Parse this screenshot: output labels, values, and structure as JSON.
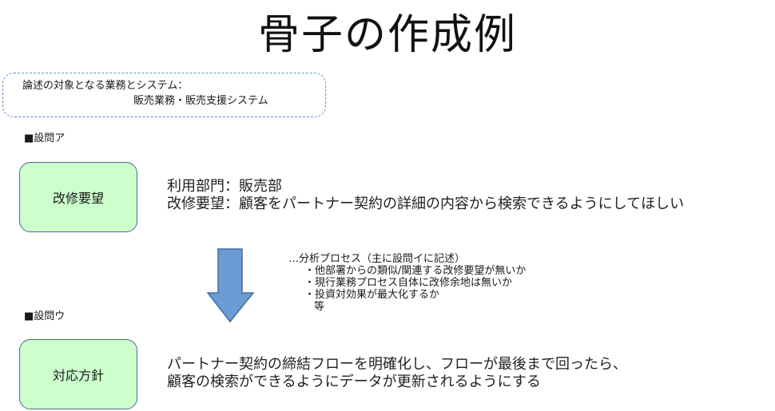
{
  "title": "骨子の作成例",
  "scope": {
    "line1": "論述の対象となる業務とシステム：",
    "line2": "販売業務・販売支援システム"
  },
  "section_a": {
    "label": "■設問ア",
    "box_label": "改修要望",
    "line1": "利用部門：販売部",
    "line2": "改修要望：顧客をパートナー契約の詳細の内容から検索できるようにしてほしい"
  },
  "notes": {
    "header": "…分析プロセス（主に設問イに記述）",
    "items": [
      "・他部署からの類似/関連する改修要望が無いか",
      "・現行業務プロセス自体に改修余地は無いか",
      "・投資対効果が最大化するか"
    ],
    "etc": "等"
  },
  "section_u": {
    "label": "■設問ウ",
    "box_label": "対応方針",
    "line1": "パートナー契約の締結フローを明確化し、フローが最後まで回ったら、",
    "line2": "顧客の検索ができるようにデータが更新されるようにする"
  },
  "colors": {
    "box_fill": "#ccffcc",
    "box_border": "#4a6a9e",
    "arrow_fill": "#6b9bd2",
    "arrow_stroke": "#41719c",
    "dashed_border": "#6b8fc7"
  }
}
